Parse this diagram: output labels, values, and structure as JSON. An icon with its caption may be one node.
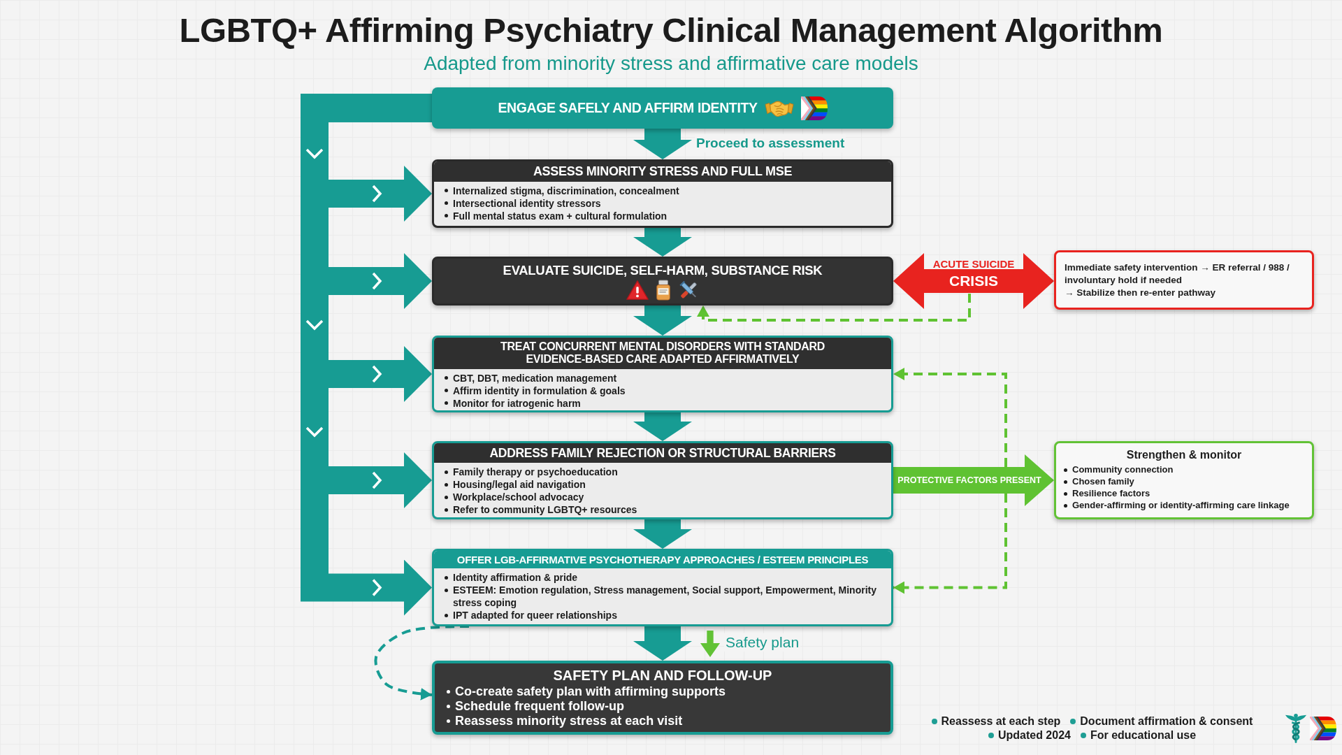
{
  "diagram": {
    "title": "LGBTQ+ Affirming Psychiatry Clinical Management Algorithm",
    "nodes": [
      {
        "text": [
          "ENGAGE SAFELY AND AFFIRM IDENTITY"
        ]
      },
      {
        "text": [
          "ASSESS MINORITY STRESS AND FULL MSE",
          "Internalized stigma, discrimination, concealment",
          "Intersectional identity stressors",
          "Full mental status exam + cultural formulation"
        ]
      },
      {
        "text": [
          "EVALUATE SUICIDE, SELF-HARM, SUBSTANCE RISK"
        ]
      },
      {
        "text": [
          "Immediate safety intervention → ER referral / 988 / involuntary hold if needed",
          "→ Stabilize then re-enter pathway"
        ]
      },
      {
        "text": [
          "TREAT CONCURRENT MENTAL DISORDERS WITH STANDARD EVIDENCE-BASED CARE ADAPTED AFFIRMATIVELY",
          "CBT, DBT, medication management",
          "Affirm identity in formulation & goals",
          "Monitor for iatrogenic harm"
        ]
      },
      {
        "text": [
          "ADDRESS FAMILY REJECTION OR STRUCTURAL BARRIERS",
          "Family therapy or psychoeducation",
          "Housing/legal aid navigation",
          "Workplace/school advocacy",
          "Refer to community LGBTQ+ resources"
        ]
      },
      {
        "text": [
          "Strengthen & monitor",
          "Community connection",
          "Chosen family",
          "Resilience factors",
          "Gender-affirming or identity-affirming care linkage"
        ]
      },
      {
        "text": [
          "OFFER LGB-AFFIRMATIVE PSYCHOTHERAPY APPROACHES / ESTEEM PRINCIPLES",
          "Identity affirmation & pride",
          "ESTEEM: Emotion regulation, Stress management, Social support, Empowerment, Minority stress coping",
          "IPT adapted for queer relationships"
        ]
      },
      {
        "text": [
          "SAFETY PLAN AND FOLLOW-UP",
          "Co-create safety plan with affirming supports",
          "Schedule frequent follow-up",
          "Reassess minority stress at each visit"
        ]
      }
    ],
    "edges": [
      {
        "from": 0,
        "to": 1,
        "arrow": "to",
        "label": "Proceed to assessment"
      },
      {
        "from": 1,
        "to": 2,
        "arrow": "to"
      },
      {
        "from": 2,
        "to": 4,
        "arrow": "to"
      },
      {
        "from": 4,
        "to": 5,
        "arrow": "to"
      },
      {
        "from": 5,
        "to": 7,
        "arrow": "to"
      },
      {
        "from": 7,
        "to": 8,
        "arrow": "to",
        "label": "Safety plan"
      },
      {
        "from": 0,
        "to": 1,
        "arrow": "to"
      },
      {
        "from": 0,
        "to": 2,
        "arrow": "to"
      },
      {
        "from": 0,
        "to": 4,
        "arrow": "to"
      },
      {
        "from": 0,
        "to": 5,
        "arrow": "to"
      },
      {
        "from": 0,
        "to": 7,
        "arrow": "to"
      },
      {
        "from": 2,
        "to": 3,
        "arrow": "both",
        "label": "ACUTE SUICIDE CRISIS",
        "color": "#e8231f"
      },
      {
        "from": 5,
        "to": 6,
        "arrow": "to",
        "label": "PROTECTIVE FACTORS PRESENT",
        "color": "#5fc232"
      },
      {
        "from": null,
        "to": 2,
        "arrow": "to",
        "style": "dashed",
        "color": "#5fc232"
      },
      {
        "from": null,
        "to": 4,
        "arrow": "to",
        "style": "dashed",
        "color": "#5fc232"
      },
      {
        "from": null,
        "to": 7,
        "arrow": "to",
        "style": "dashed",
        "color": "#5fc232"
      },
      {
        "from": 7,
        "to": 8,
        "arrow": "to",
        "style": "dashed"
      }
    ],
    "labels": [
      "Adapted from minority stress and affirmative care models",
      "Reassess at each step",
      "Document affirmation & consent",
      "Updated 2024",
      "For educational use"
    ]
  }
}
